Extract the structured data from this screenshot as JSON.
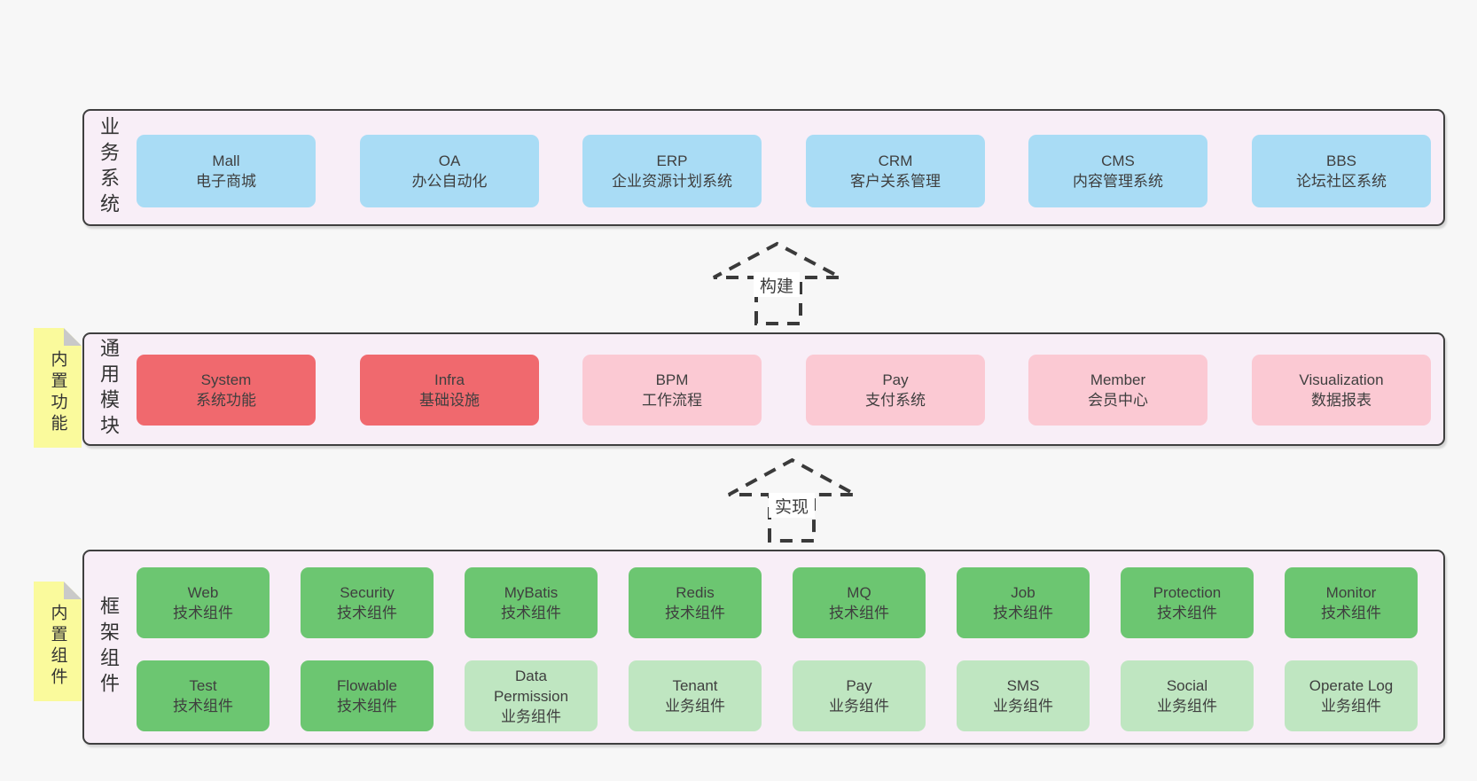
{
  "colors": {
    "page_background": "#f7f7f7",
    "layer_fill": "#f8eef7",
    "layer_border": "#3f3f3f",
    "box_blue": "#a9dcf5",
    "box_red": "#f0696e",
    "box_pink": "#fbc9d3",
    "box_green": "#6cc671",
    "box_lightgreen": "#bfe6c1",
    "sticky_yellow": "#fafa9c",
    "sticky_fold_gray": "#c9c9c9",
    "arrow_dash": "#3a3a3a",
    "text": "#3d3d3d"
  },
  "arrows": [
    {
      "label": "构建"
    },
    {
      "label": "实现"
    }
  ],
  "layers": [
    {
      "label": "业务系统",
      "rows": [
        {
          "boxes": [
            {
              "title": "Mall",
              "subtitle": "电子商城",
              "variant": "blue"
            },
            {
              "title": "OA",
              "subtitle": "办公自动化",
              "variant": "blue"
            },
            {
              "title": "ERP",
              "subtitle": "企业资源计划系统",
              "variant": "blue"
            },
            {
              "title": "CRM",
              "subtitle": "客户关系管理",
              "variant": "blue"
            },
            {
              "title": "CMS",
              "subtitle": "内容管理系统",
              "variant": "blue"
            },
            {
              "title": "BBS",
              "subtitle": "论坛社区系统",
              "variant": "blue"
            }
          ]
        }
      ]
    },
    {
      "label": "通用模块",
      "sticky": "内置功能",
      "rows": [
        {
          "boxes": [
            {
              "title": "System",
              "subtitle": "系统功能",
              "variant": "red"
            },
            {
              "title": "Infra",
              "subtitle": "基础设施",
              "variant": "red"
            },
            {
              "title": "BPM",
              "subtitle": "工作流程",
              "variant": "pink"
            },
            {
              "title": "Pay",
              "subtitle": "支付系统",
              "variant": "pink"
            },
            {
              "title": "Member",
              "subtitle": "会员中心",
              "variant": "pink"
            },
            {
              "title": "Visualization",
              "subtitle": "数据报表",
              "variant": "pink"
            }
          ]
        }
      ]
    },
    {
      "label": "框架组件",
      "sticky": "内置组件",
      "rows": [
        {
          "boxes": [
            {
              "title": "Web",
              "subtitle": "技术组件",
              "variant": "green"
            },
            {
              "title": "Security",
              "subtitle": "技术组件",
              "variant": "green"
            },
            {
              "title": "MyBatis",
              "subtitle": "技术组件",
              "variant": "green"
            },
            {
              "title": "Redis",
              "subtitle": "技术组件",
              "variant": "green"
            },
            {
              "title": "MQ",
              "subtitle": "技术组件",
              "variant": "green"
            },
            {
              "title": "Job",
              "subtitle": "技术组件",
              "variant": "green"
            },
            {
              "title": "Protection",
              "subtitle": "技术组件",
              "variant": "green"
            },
            {
              "title": "Monitor",
              "subtitle": "技术组件",
              "variant": "green"
            }
          ]
        },
        {
          "boxes": [
            {
              "title": "Test",
              "subtitle": "技术组件",
              "variant": "green"
            },
            {
              "title": "Flowable",
              "subtitle": "技术组件",
              "variant": "green"
            },
            {
              "title": "Data Permission",
              "subtitle": "业务组件",
              "variant": "lightgreen"
            },
            {
              "title": "Tenant",
              "subtitle": "业务组件",
              "variant": "lightgreen"
            },
            {
              "title": "Pay",
              "subtitle": "业务组件",
              "variant": "lightgreen"
            },
            {
              "title": "SMS",
              "subtitle": "业务组件",
              "variant": "lightgreen"
            },
            {
              "title": "Social",
              "subtitle": "业务组件",
              "variant": "lightgreen"
            },
            {
              "title": "Operate Log",
              "subtitle": "业务组件",
              "variant": "lightgreen"
            }
          ]
        }
      ]
    }
  ]
}
